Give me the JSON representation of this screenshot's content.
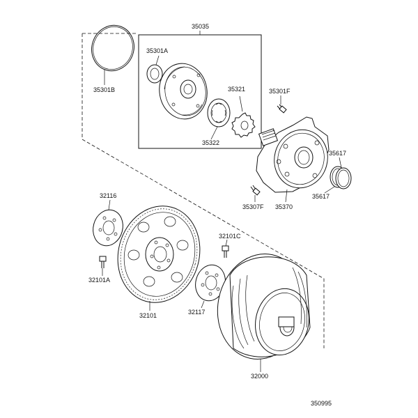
{
  "parts": {
    "p35035": "35035",
    "p35301A": "35301A",
    "p35301B": "35301B",
    "p35321": "35321",
    "p35322": "35322",
    "p35301F": "35301F",
    "p35617a": "35617",
    "p35617b": "35617",
    "p35307F": "35307F",
    "p35370": "35370",
    "p32116": "32116",
    "p32101C": "32101C",
    "p32101A": "32101A",
    "p32101": "32101",
    "p32117": "32117",
    "p32000": "32000"
  },
  "diagram_code": "350995"
}
